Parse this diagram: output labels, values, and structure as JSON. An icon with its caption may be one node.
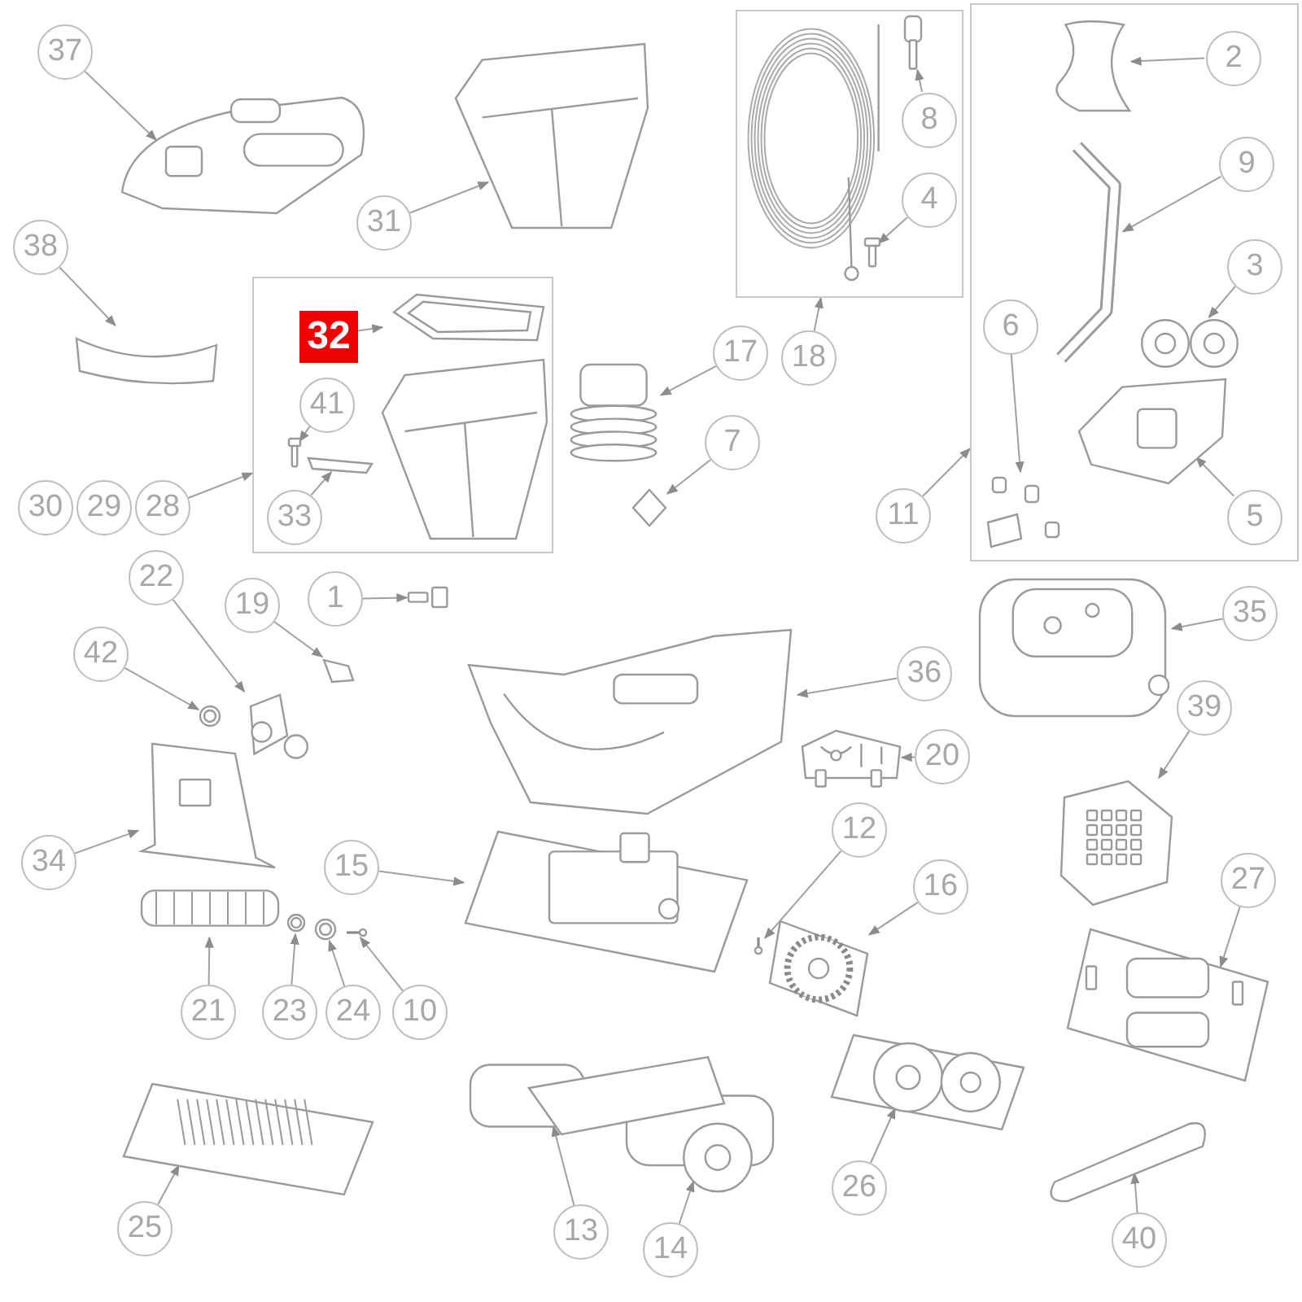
{
  "diagram": {
    "nodes": [
      {
        "text": [
          "37"
        ]
      },
      {
        "text": [],
        "shape": "picture"
      },
      {
        "text": [
          "31"
        ]
      },
      {
        "text": [],
        "shape": "picture"
      },
      {
        "text": [],
        "shape": "box"
      },
      {
        "text": [],
        "shape": "picture",
        "in": 4
      },
      {
        "text": [],
        "shape": "picture",
        "in": 4
      },
      {
        "text": [
          "8"
        ],
        "in": 4
      },
      {
        "text": [],
        "shape": "picture",
        "in": 4
      },
      {
        "text": [
          "4"
        ],
        "in": 4
      },
      {
        "text": [
          "18"
        ]
      },
      {
        "text": [],
        "shape": "box"
      },
      {
        "text": [],
        "shape": "picture",
        "in": 11
      },
      {
        "text": [
          "2"
        ],
        "in": 11
      },
      {
        "text": [],
        "shape": "picture",
        "in": 11
      },
      {
        "text": [
          "9"
        ],
        "in": 11
      },
      {
        "text": [],
        "shape": "picture",
        "in": 11
      },
      {
        "text": [
          "3"
        ],
        "in": 11
      },
      {
        "text": [
          "6"
        ],
        "in": 11
      },
      {
        "text": [],
        "shape": "picture",
        "in": 11
      },
      {
        "text": [],
        "shape": "picture",
        "in": 11
      },
      {
        "text": [
          "5"
        ],
        "in": 11
      },
      {
        "text": [
          "11"
        ]
      },
      {
        "text": [
          "38"
        ]
      },
      {
        "text": [],
        "shape": "picture"
      },
      {
        "text": [],
        "shape": "box"
      },
      {
        "text": [
          "32"
        ],
        "in": 25
      },
      {
        "text": [],
        "shape": "picture",
        "in": 25
      },
      {
        "text": [
          "41"
        ],
        "in": 25
      },
      {
        "text": [],
        "shape": "picture",
        "in": 25
      },
      {
        "text": [
          "33"
        ],
        "in": 25
      },
      {
        "text": [],
        "shape": "picture",
        "in": 25
      },
      {
        "text": [
          "28"
        ]
      },
      {
        "text": [
          "17"
        ]
      },
      {
        "text": [],
        "shape": "picture"
      },
      {
        "text": [
          "7"
        ]
      },
      {
        "text": [],
        "shape": "picture"
      },
      {
        "text": [
          "1"
        ]
      },
      {
        "text": [],
        "shape": "picture"
      },
      {
        "text": [
          "22"
        ]
      },
      {
        "text": [],
        "shape": "picture"
      },
      {
        "text": [
          "19"
        ]
      },
      {
        "text": [],
        "shape": "picture"
      },
      {
        "text": [
          "42"
        ]
      },
      {
        "text": [],
        "shape": "picture"
      },
      {
        "text": [
          "36"
        ]
      },
      {
        "text": [],
        "shape": "picture"
      },
      {
        "text": [
          "35"
        ]
      },
      {
        "text": [],
        "shape": "picture"
      },
      {
        "text": [
          "20"
        ]
      },
      {
        "text": [],
        "shape": "picture"
      },
      {
        "text": [
          "39"
        ]
      },
      {
        "text": [],
        "shape": "picture"
      },
      {
        "text": [
          "34"
        ]
      },
      {
        "text": [],
        "shape": "picture"
      },
      {
        "text": [
          "15"
        ]
      },
      {
        "text": [],
        "shape": "picture"
      },
      {
        "text": [
          "12"
        ]
      },
      {
        "text": [],
        "shape": "picture"
      },
      {
        "text": [
          "16"
        ]
      },
      {
        "text": [],
        "shape": "picture"
      },
      {
        "text": [
          "27"
        ]
      },
      {
        "text": [],
        "shape": "picture"
      },
      {
        "text": [
          "21"
        ]
      },
      {
        "text": [],
        "shape": "picture"
      },
      {
        "text": [
          "23"
        ]
      },
      {
        "text": [],
        "shape": "picture"
      },
      {
        "text": [
          "24"
        ]
      },
      {
        "text": [],
        "shape": "picture"
      },
      {
        "text": [
          "10"
        ]
      },
      {
        "text": [],
        "shape": "picture"
      },
      {
        "text": [
          "25"
        ]
      },
      {
        "text": [],
        "shape": "picture"
      },
      {
        "text": [
          "13"
        ]
      },
      {
        "text": [],
        "shape": "picture"
      },
      {
        "text": [
          "14"
        ]
      },
      {
        "text": [
          "26"
        ]
      },
      {
        "text": [],
        "shape": "picture"
      },
      {
        "text": [
          "40"
        ]
      },
      {
        "text": [],
        "shape": "picture"
      },
      {
        "text": [
          "30"
        ]
      },
      {
        "text": [
          "29"
        ]
      }
    ],
    "edges": [
      {
        "from": 0,
        "to": 1,
        "arrow": "to"
      },
      {
        "from": 2,
        "to": 3,
        "arrow": "to"
      },
      {
        "from": 7,
        "to": 6,
        "arrow": "to"
      },
      {
        "from": 9,
        "to": 8,
        "arrow": "to"
      },
      {
        "from": 10,
        "to": 4,
        "arrow": "to"
      },
      {
        "from": 13,
        "to": 12,
        "arrow": "to"
      },
      {
        "from": 15,
        "to": 14,
        "arrow": "to"
      },
      {
        "from": 17,
        "to": 16,
        "arrow": "to"
      },
      {
        "from": 18,
        "to": 19,
        "arrow": "to"
      },
      {
        "from": 21,
        "to": 20,
        "arrow": "to"
      },
      {
        "from": 22,
        "to": 11,
        "arrow": "to"
      },
      {
        "from": 23,
        "to": 24,
        "arrow": "to"
      },
      {
        "from": 26,
        "to": 27,
        "arrow": "to"
      },
      {
        "from": 28,
        "to": 29,
        "arrow": "to"
      },
      {
        "from": 30,
        "to": 31,
        "arrow": "to"
      },
      {
        "from": 32,
        "to": 25,
        "arrow": "to"
      },
      {
        "from": 33,
        "to": 34,
        "arrow": "to"
      },
      {
        "from": 35,
        "to": 36,
        "arrow": "to"
      },
      {
        "from": 37,
        "to": 38,
        "arrow": "to"
      },
      {
        "from": 39,
        "to": 40,
        "arrow": "to"
      },
      {
        "from": 41,
        "to": 42,
        "arrow": "to"
      },
      {
        "from": 43,
        "to": 44,
        "arrow": "to"
      },
      {
        "from": 45,
        "to": 46,
        "arrow": "to"
      },
      {
        "from": 47,
        "to": 48,
        "arrow": "to"
      },
      {
        "from": 49,
        "to": 50,
        "arrow": "to"
      },
      {
        "from": 51,
        "to": 52,
        "arrow": "to"
      },
      {
        "from": 53,
        "to": 54,
        "arrow": "to"
      },
      {
        "from": 55,
        "to": 56,
        "arrow": "to"
      },
      {
        "from": 57,
        "to": 58,
        "arrow": "to"
      },
      {
        "from": 59,
        "to": 60,
        "arrow": "to"
      },
      {
        "from": 61,
        "to": 62,
        "arrow": "to"
      },
      {
        "from": 63,
        "to": 64,
        "arrow": "to"
      },
      {
        "from": 65,
        "to": 66,
        "arrow": "to"
      },
      {
        "from": 67,
        "to": 68,
        "arrow": "to"
      },
      {
        "from": 69,
        "to": 70,
        "arrow": "to"
      },
      {
        "from": 71,
        "to": 72,
        "arrow": "to"
      },
      {
        "from": 73,
        "to": 74,
        "arrow": "to"
      },
      {
        "from": 75,
        "to": 74,
        "arrow": "to"
      },
      {
        "from": 76,
        "to": 77,
        "arrow": "to"
      },
      {
        "from": 78,
        "to": 79,
        "arrow": "to"
      }
    ]
  }
}
